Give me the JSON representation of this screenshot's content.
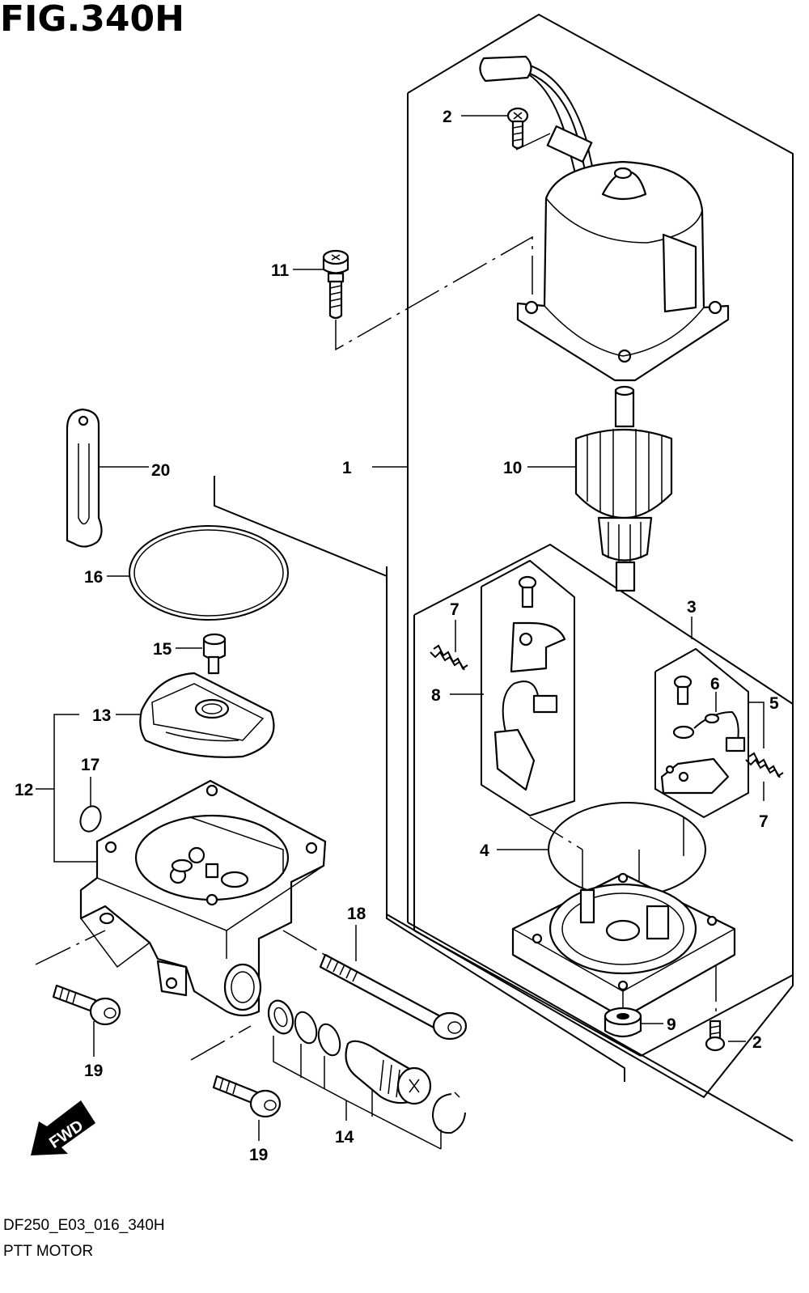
{
  "figure": {
    "title": "FIG.340H",
    "code": "DF250_E03_016_340H",
    "name": "PTT MOTOR"
  },
  "callouts": {
    "c1": "1",
    "c2a": "2",
    "c2b": "2",
    "c3": "3",
    "c4": "4",
    "c5": "5",
    "c6": "6",
    "c7a": "7",
    "c7b": "7",
    "c8": "8",
    "c9": "9",
    "c10": "10",
    "c11": "11",
    "c12": "12",
    "c13": "13",
    "c14": "14",
    "c15": "15",
    "c16": "16",
    "c17": "17",
    "c18": "18",
    "c19a": "19",
    "c19b": "19",
    "c20": "20"
  },
  "direction_marker": {
    "label": "FWD"
  }
}
